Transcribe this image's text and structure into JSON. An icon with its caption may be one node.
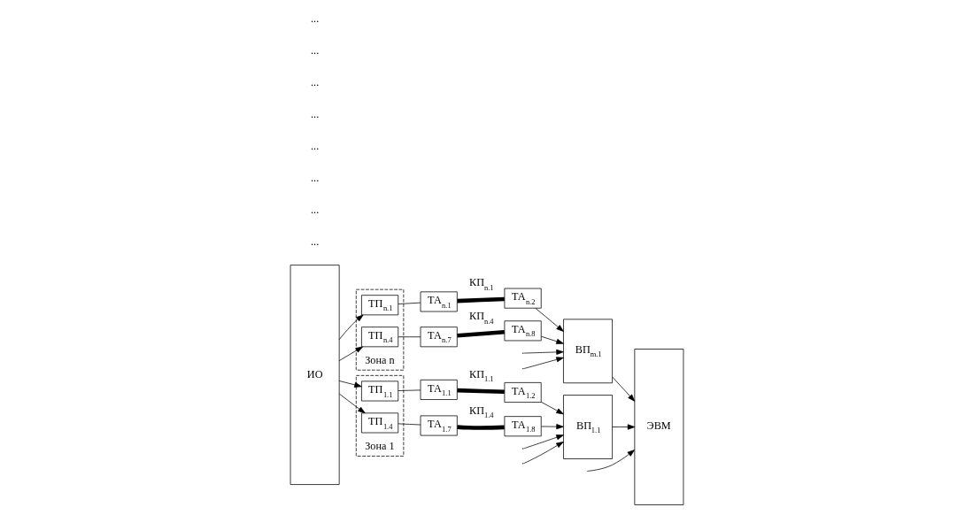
{
  "diagram": {
    "nodes": [
      {
        "text": [
          "ИО"
        ]
      },
      {
        "text": [
          "Зона 1"
        ]
      },
      {
        "text": [
          "ТП$_{1.1}$"
        ],
        "in": 1
      },
      {
        "text": [
          "ТП$_{1.4}$"
        ],
        "in": 1
      },
      {
        "text": [
          "Зона n"
        ]
      },
      {
        "text": [
          "ТП$_{n.1}$"
        ],
        "in": 4
      },
      {
        "text": [
          "ТП$_{n.4}$"
        ],
        "in": 4
      },
      {
        "text": [
          "ТА$_{1.1}$"
        ]
      },
      {
        "text": [
          "ТА$_{1.2}$"
        ]
      },
      {
        "text": [
          "ТА$_{1.7}$"
        ]
      },
      {
        "text": [
          "ТА$_{1.8}$"
        ]
      },
      {
        "text": [
          "ТА$_{n.1}$"
        ]
      },
      {
        "text": [
          "ТА$_{n.2}$"
        ]
      },
      {
        "text": [
          "ТА$_{n.7}$"
        ]
      },
      {
        "text": [
          "ТА$_{n.8}$"
        ]
      },
      {
        "text": [
          "ВП$_{1.1}$"
        ]
      },
      {
        "text": [
          "ВП$_{m.1}$"
        ]
      },
      {
        "text": [
          "ЭВМ"
        ]
      }
    ],
    "edges": [
      {
        "from": 0,
        "to": 2,
        "arrow": "to"
      },
      {
        "from": 0,
        "to": 3,
        "arrow": "to"
      },
      {
        "from": 0,
        "to": 5,
        "arrow": "to"
      },
      {
        "from": 0,
        "to": 6,
        "arrow": "to"
      },
      {
        "from": 2,
        "to": 7,
        "arrow": "none"
      },
      {
        "from": 3,
        "to": 9,
        "arrow": "none"
      },
      {
        "from": 5,
        "to": 11,
        "arrow": "none"
      },
      {
        "from": 6,
        "to": 13,
        "arrow": "none"
      },
      {
        "from": 7,
        "to": 8,
        "arrow": "none",
        "style": "thick",
        "label": "КП$_{1.1}$"
      },
      {
        "from": 9,
        "to": 10,
        "arrow": "none",
        "style": "thick",
        "label": "КП$_{1.4}$"
      },
      {
        "from": 11,
        "to": 12,
        "arrow": "none",
        "style": "thick",
        "label": "КП$_{n.1}$"
      },
      {
        "from": 13,
        "to": 14,
        "arrow": "none",
        "style": "thick",
        "label": "КП$_{n.4}$"
      },
      {
        "from": 8,
        "to": 15,
        "arrow": "to"
      },
      {
        "from": null,
        "to": 15,
        "arrow": "to"
      },
      {
        "from": null,
        "to": 15,
        "arrow": "to"
      },
      {
        "from": 10,
        "to": 15,
        "arrow": "to"
      },
      {
        "from": 12,
        "to": 16,
        "arrow": "to"
      },
      {
        "from": null,
        "to": 16,
        "arrow": "to"
      },
      {
        "from": null,
        "to": 16,
        "arrow": "to"
      },
      {
        "from": 14,
        "to": 16,
        "arrow": "to"
      },
      {
        "from": 15,
        "to": 17,
        "arrow": "to"
      },
      {
        "from": null,
        "to": 17,
        "arrow": "to"
      },
      {
        "from": 16,
        "to": 17,
        "arrow": "to"
      }
    ],
    "labels": [
      "...",
      "...",
      "...",
      "...",
      "...",
      "...",
      "...",
      "..."
    ]
  }
}
